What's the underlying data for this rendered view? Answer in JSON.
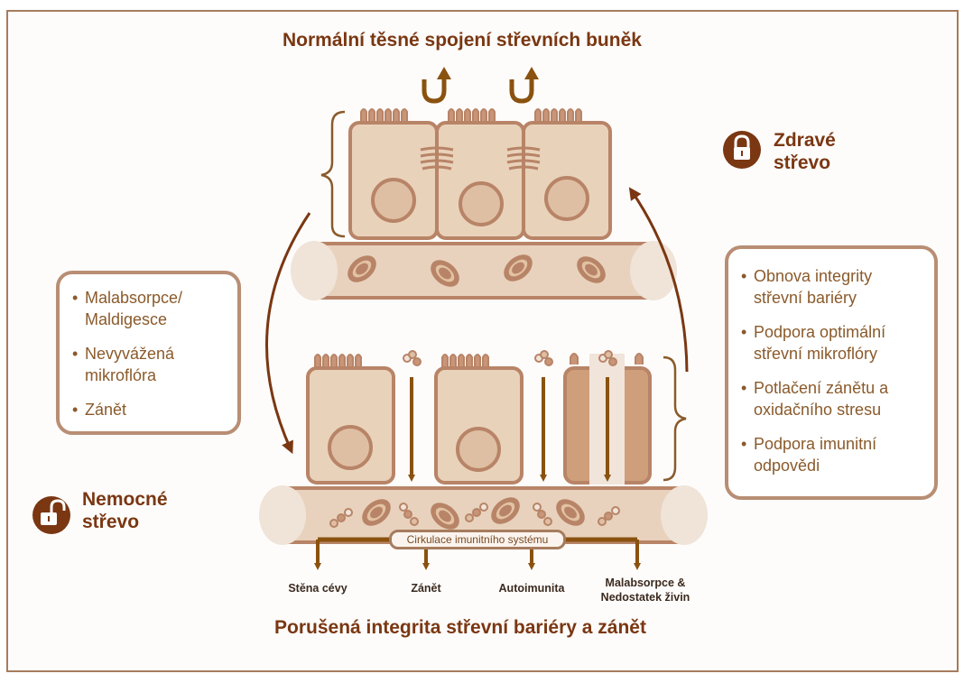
{
  "titles": {
    "top": "Normální těsné spojení střevních buněk",
    "bottom": "Porušená integrita střevní bariéry a zánět"
  },
  "status": {
    "healthy": {
      "line1": "Zdravé",
      "line2": "střevo",
      "icon": "lock-closed-icon"
    },
    "sick": {
      "line1": "Nemocné",
      "line2": "střevo",
      "icon": "lock-open-icon"
    }
  },
  "left_box": {
    "items": [
      "Malabsorpce/ Maldigesce",
      "Nevyvážená mikroflóra",
      "Zánět"
    ]
  },
  "right_box": {
    "items": [
      "Obnova integrity střevní bariéry",
      "Podpora optimální střevní mikroflóry",
      "Potlačení zánětu a oxidačního stresu",
      "Podpora imunitní odpovědi"
    ]
  },
  "circulation_label": "Cirkulace imunitního systému",
  "outcomes": [
    "Stěna cévy",
    "Zánět",
    "Autoimunita",
    "Malabsorpce & Nedostatek živin"
  ],
  "colors": {
    "title": "#7a3712",
    "cell_fill": "#e9d2ba",
    "cell_stroke": "#b88467",
    "arrow": "#8a520f",
    "box_border": "#b88e74",
    "list_text": "#8a5a2b",
    "cycle_arrow": "#7a3712"
  }
}
